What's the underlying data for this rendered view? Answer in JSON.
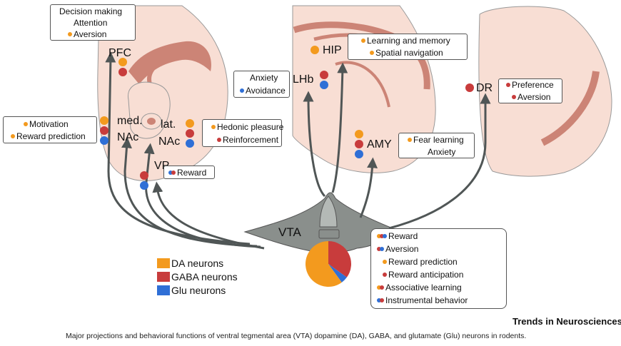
{
  "colors": {
    "da": "#f39a1e",
    "gaba": "#c83c3c",
    "glu": "#2f6fd6",
    "tissue": "#f8ded4",
    "tract": "#cc8476",
    "vta": "#8a8f8c",
    "arrow": "#505656"
  },
  "regions": {
    "pfc": "PFC",
    "med_nac_1": "med.",
    "med_nac_2": "NAc",
    "lat_nac_1": "lat.",
    "lat_nac_2": "NAc",
    "vp": "VP",
    "lhb": "LHb",
    "hip": "HIP",
    "amy": "AMY",
    "dr": "DR",
    "vta": "VTA"
  },
  "boxes": {
    "pfc": [
      "Decision making",
      "Attention",
      "Aversion"
    ],
    "med_nac": [
      "Motivation",
      "Reward prediction"
    ],
    "lat_nac": [
      "Hedonic pleasure",
      "Reinforcement"
    ],
    "vp": [
      "Reward"
    ],
    "lhb": [
      "Anxiety",
      "Avoidance"
    ],
    "hip": [
      "Learning and memory",
      "Spatial navigation"
    ],
    "amy": [
      "Fear learning",
      "Anxiety"
    ],
    "dr": [
      "Preference",
      "Aversion"
    ],
    "vta": [
      "Reward",
      "Aversion",
      "Reward prediction",
      "Reward anticipation",
      "Associative learning",
      "Instrumental behavior"
    ]
  },
  "legend": [
    "DA neurons",
    "GABA neurons",
    "Glu neurons"
  ],
  "pie": {
    "da": 0.6,
    "gaba": 0.35,
    "glu": 0.05
  },
  "journal": "Trends in Neurosciences",
  "caption": "Major projections and behavioral functions of ventral tegmental area (VTA) dopamine (DA), GABA, and glutamate (Glu) neurons in rodents."
}
